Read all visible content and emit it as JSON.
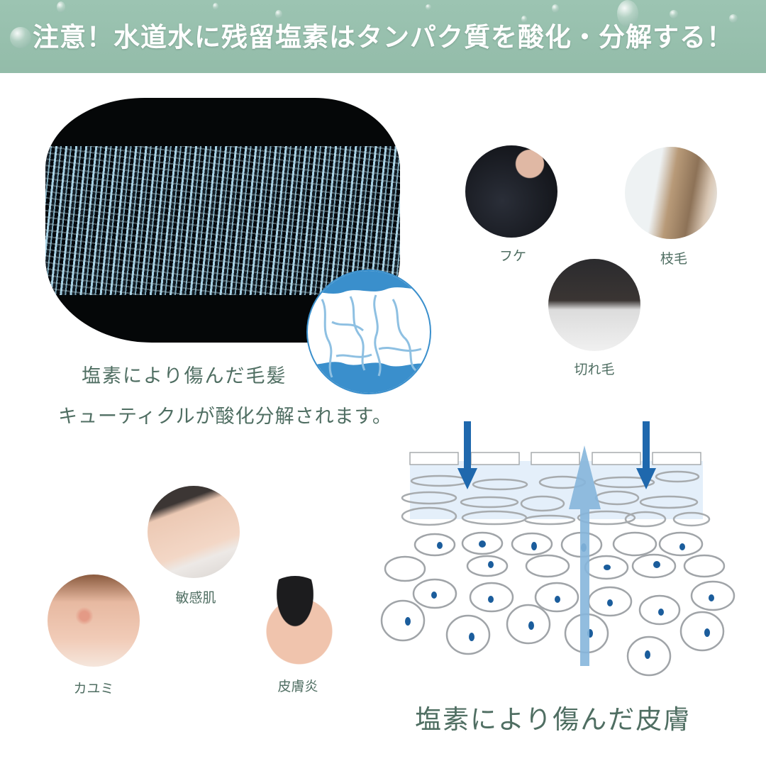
{
  "banner": {
    "title": "注意！水道水に残留塩素はタンパク質を酸化・分解する！",
    "background_color": "#9cc4b2"
  },
  "hair_section": {
    "image": "damaged-hair-fiber-micrograph",
    "inset_image": "cuticle-closeup-diagram",
    "caption_title": "塩素により傷んだ毛髪",
    "caption_subtitle": "キューティクルが酸化分解されます。"
  },
  "hair_symptoms": [
    {
      "label": "フケ",
      "image": "dandruff-photo"
    },
    {
      "label": "枝毛",
      "image": "split-ends-photo"
    },
    {
      "label": "切れ毛",
      "image": "hair-breakage-photo"
    }
  ],
  "skin_symptoms": [
    {
      "label": "敏感肌",
      "image": "sensitive-skin-photo"
    },
    {
      "label": "カユミ",
      "image": "itchy-neck-photo"
    },
    {
      "label": "皮膚炎",
      "image": "dermatitis-child-photo"
    }
  ],
  "skin_section": {
    "diagram": "skin-layer-chlorine-penetration-diagram",
    "caption": "塩素により傷んだ皮膚",
    "arrow_color_dark": "#1f68ad",
    "arrow_color_light": "#86b6dc",
    "nucleus_color": "#1b5d9c"
  },
  "colors": {
    "caption_text": "#4f6e62",
    "accent_blue": "#3a8fcc"
  }
}
